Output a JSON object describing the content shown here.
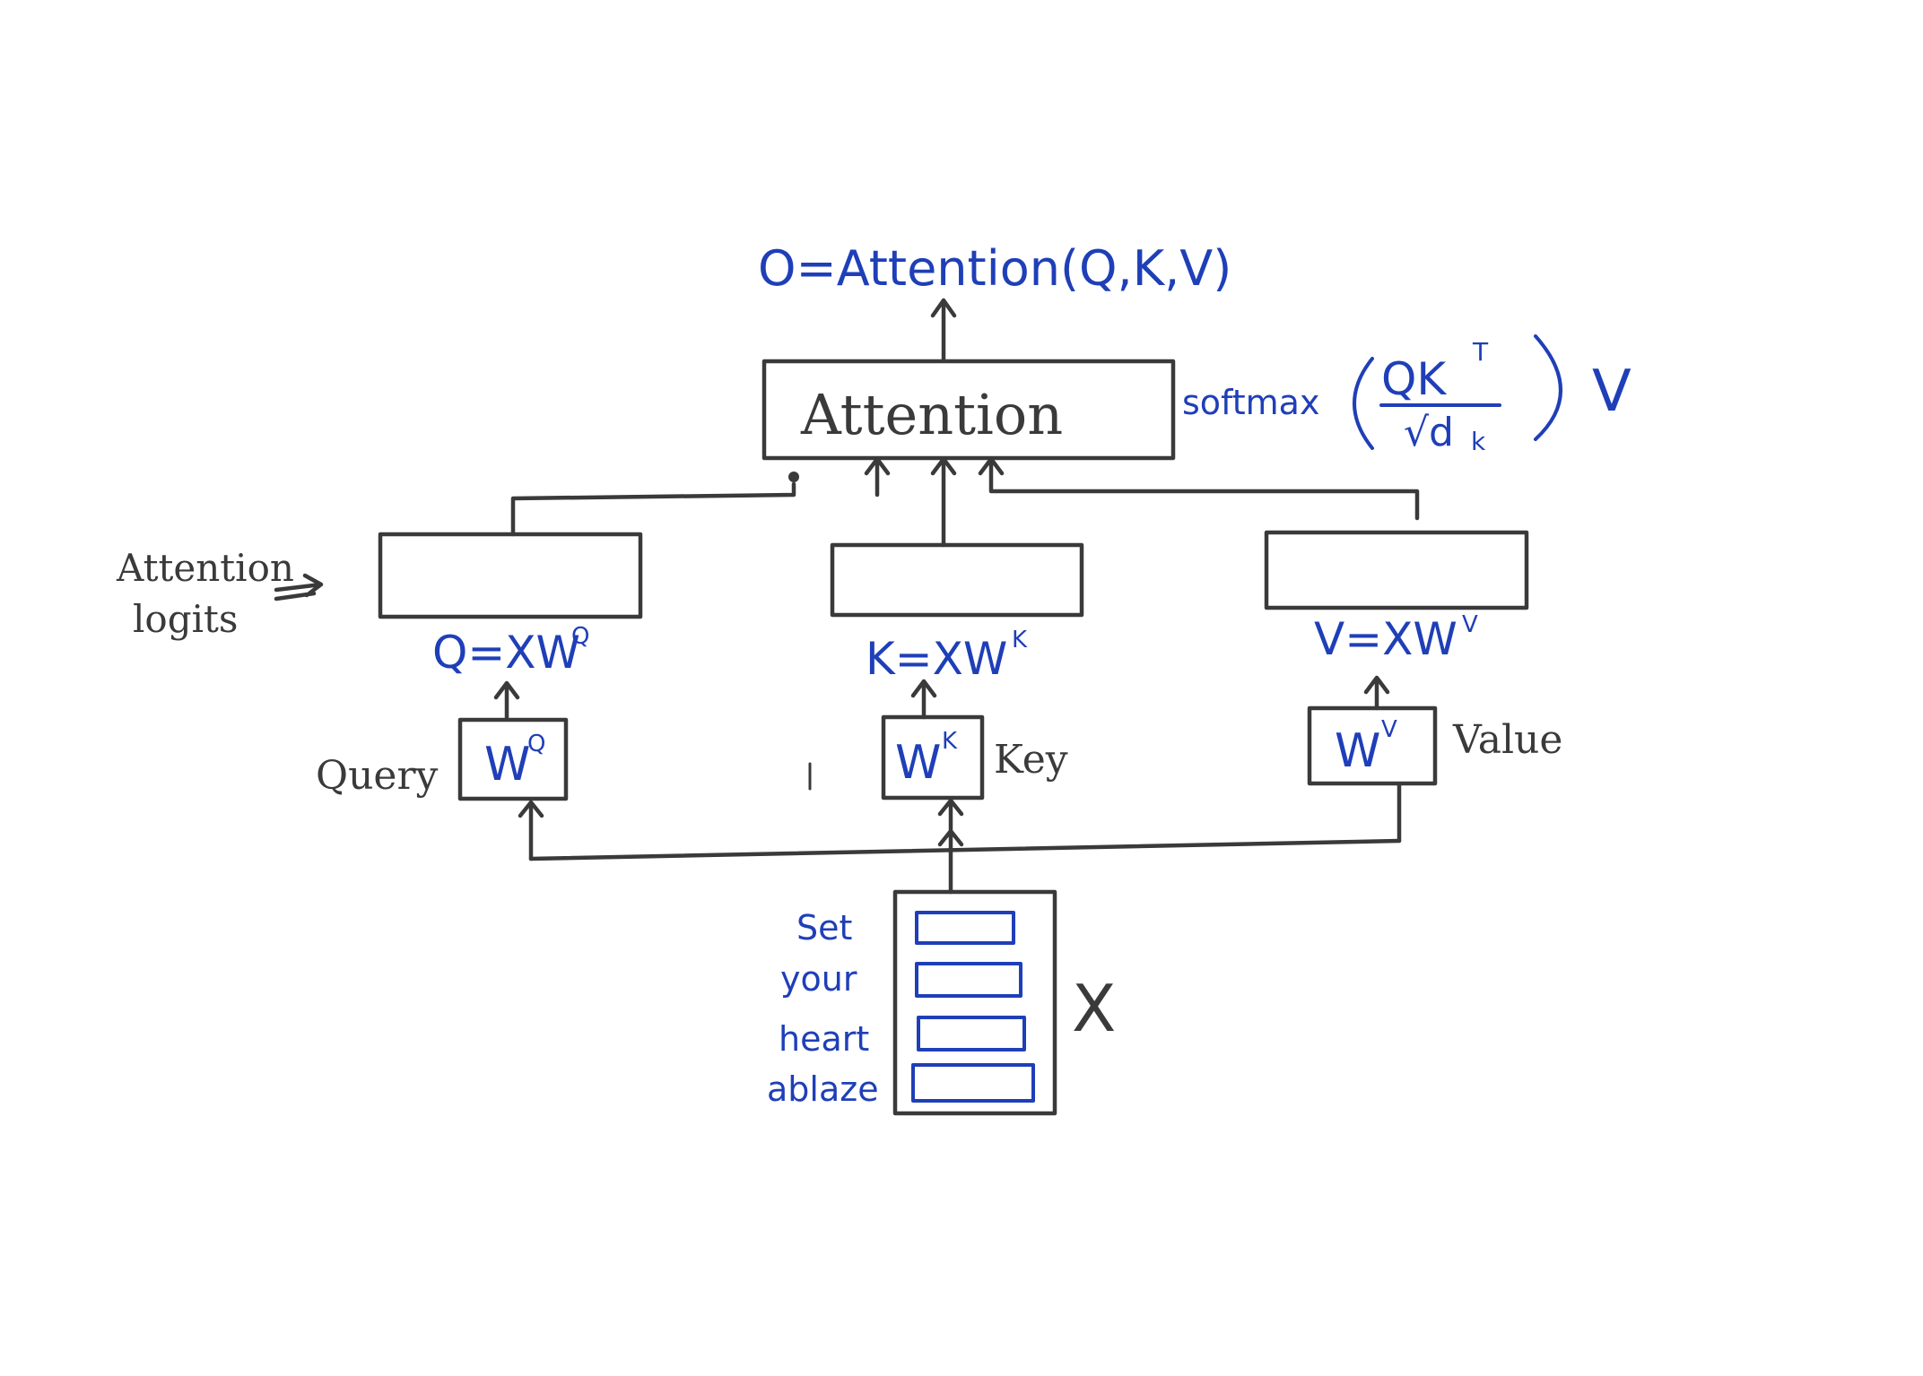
{
  "output_label": "O=Attention(Q,K,V)",
  "attention_box_label": "Attention",
  "formula": {
    "prefix": "softmax",
    "numerator": "QK",
    "numerator_sup": "T",
    "denominator": "√d",
    "denominator_sub": "k",
    "suffix": "V"
  },
  "attention_logits_label": [
    "Attention",
    "logits"
  ],
  "q_label": "Q=XW",
  "q_sup": "Q",
  "k_label": "K=XW",
  "k_sup": "K",
  "v_label": "V=XW",
  "v_sup": "V",
  "wq_label": "W",
  "wq_sup": "Q",
  "wk_label": "W",
  "wk_sup": "K",
  "wv_label": "W",
  "wv_sup": "V",
  "query_label": "Query",
  "key_label": "Key",
  "value_label": "Value",
  "tokens": [
    "Set",
    "your",
    "heart",
    "ablaze"
  ],
  "x_label": "X",
  "colors": {
    "ink": "#3a3a3a",
    "blue": "#1f3fb8"
  }
}
